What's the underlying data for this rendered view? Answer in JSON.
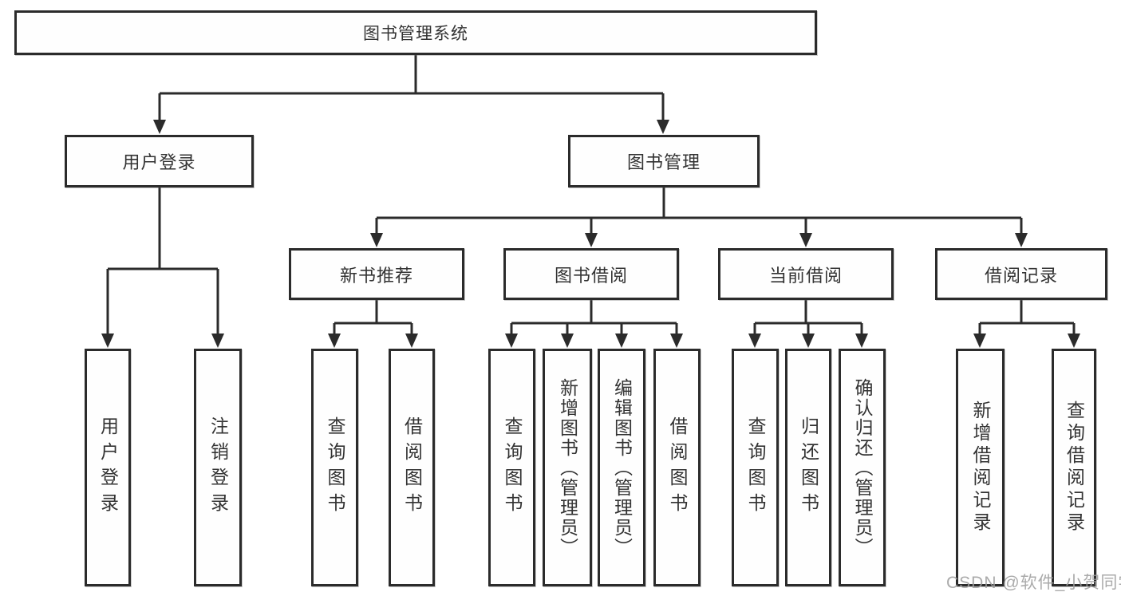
{
  "diagram": {
    "title": "图书管理系统",
    "type": "hierarchy-tree",
    "colors": {
      "line": "#2b2b2b",
      "box_border": "#2b2b2b",
      "box_bg": "#fefefe",
      "text": "#333333",
      "watermark": "#9e9e9e"
    },
    "tree": {
      "label": "图书管理系统",
      "children": [
        {
          "label": "用户登录",
          "children": [
            {
              "label": "用户登录"
            },
            {
              "label": "注销登录"
            }
          ]
        },
        {
          "label": "图书管理",
          "children": [
            {
              "label": "新书推荐",
              "children": [
                {
                  "label": "查询图书"
                },
                {
                  "label": "借阅图书"
                }
              ]
            },
            {
              "label": "图书借阅",
              "children": [
                {
                  "label": "查询图书"
                },
                {
                  "label": "新增图书（管理员）"
                },
                {
                  "label": "编辑图书（管理员）"
                },
                {
                  "label": "借阅图书"
                }
              ]
            },
            {
              "label": "当前借阅",
              "children": [
                {
                  "label": "查询图书"
                },
                {
                  "label": "归还图书"
                },
                {
                  "label": "确认归还（管理员）"
                }
              ]
            },
            {
              "label": "借阅记录",
              "children": [
                {
                  "label": "新增借阅记录"
                },
                {
                  "label": "查询借阅记录"
                }
              ]
            }
          ]
        }
      ]
    }
  },
  "watermark": {
    "text": "CSDN @软件_小贺同学"
  }
}
